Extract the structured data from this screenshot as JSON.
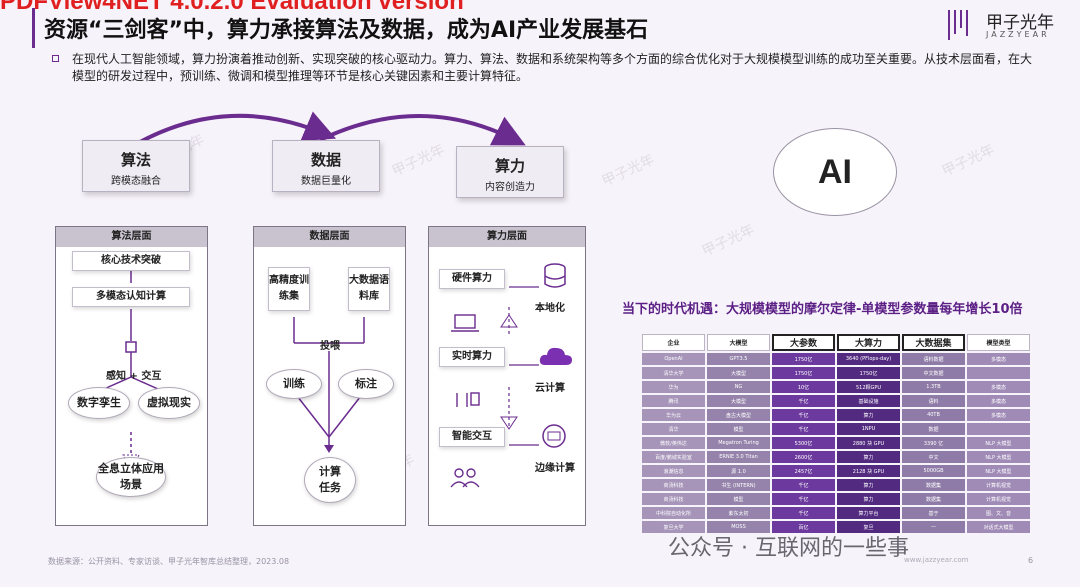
{
  "watermark": "PDFView4NET 4.0.2.0 Evaluation version",
  "header": {
    "title": "资源“三剑客”中，算力承接算法及数据，成为AI产业发展基石",
    "logo_cn": "甲子光年",
    "logo_en": "JAZZYEAR"
  },
  "intro": "在现代人工智能领域，算力扮演着推动创新、实现突破的核心驱动力。算力、算法、数据和系统架构等多个方面的综合优化对于大规模模型训练的成功至关重要。从技术层面看，在大模型的研发过程中，预训练、微调和模型推理等环节是核心关键因素和主要计算特征。",
  "pillars": [
    {
      "name": "算法",
      "desc": "跨模态融合"
    },
    {
      "name": "数据",
      "desc": "数据巨量化"
    },
    {
      "name": "算力",
      "desc": "内容创造力"
    }
  ],
  "ai_label": "AI",
  "panel_algo": {
    "title": "算法层面",
    "core": "核心技术突破",
    "multimodal": "多模态认知计算",
    "sense": "感知 + 交互",
    "twin": "数字孪生",
    "vr": "虚拟现实",
    "full_scene": "全息立体应用场景"
  },
  "panel_data": {
    "title": "数据层面",
    "hq": "高精度训练集",
    "big": "大数据语料库",
    "feed": "投喂",
    "train": "训练",
    "label": "标注",
    "task": "计算任务"
  },
  "panel_compute": {
    "title": "算力层面",
    "hw": "硬件算力",
    "local": "本地化",
    "rt": "实时算力",
    "cloud": "云计算",
    "smart": "智能交互",
    "edge": "边缘计算"
  },
  "moore_title": "当下的时代机遇：大规模模型的摩尔定律-单模型参数量每年增长10倍",
  "table": {
    "headers": [
      "企业",
      "大模型",
      "大参数",
      "大算力",
      "大数据集",
      "模型类型"
    ],
    "rows": [
      [
        "OpenAI",
        "GPT3.5",
        "1750亿",
        "3640 (PFlops-day)",
        "语料数据",
        "多模态"
      ],
      [
        "清华大学",
        "大模型",
        "1750亿",
        "1750亿",
        "中文数据",
        ""
      ],
      [
        "华为",
        "NG",
        "10亿",
        "512颗GPU",
        "1.3TB",
        "多模态"
      ],
      [
        "腾讯",
        "大模型",
        "千亿",
        "基础设施",
        "语料",
        "多模态"
      ],
      [
        "华为云",
        "盘古大模型",
        "千亿",
        "算力",
        "40TB",
        "多模态"
      ],
      [
        "清华",
        "模型",
        "千亿",
        "1NPU",
        "数据",
        ""
      ],
      [
        "微软/英伟达",
        "Megatron Turing",
        "5300亿",
        "2880 块 GPU",
        "3390 亿",
        "NLP 大模型"
      ],
      [
        "百度/鹏城实验室",
        "ERNIE 3.0 Titan",
        "2600亿",
        "算力",
        "中文",
        "NLP 大模型"
      ],
      [
        "浪潮信息",
        "源 1.0",
        "2457亿",
        "2128 块 GPU",
        "5000GB",
        "NLP 大模型"
      ],
      [
        "商汤科技",
        "书生 (INTERN)",
        "千亿",
        "算力",
        "数据集",
        "计算机视觉"
      ],
      [
        "商汤科技",
        "模型",
        "千亿",
        "算力",
        "数据集",
        "计算机视觉"
      ],
      [
        "中科院自动化所",
        "紫东太初",
        "千亿",
        "算力平台",
        "基于",
        "图、文、音"
      ],
      [
        "复旦大学",
        "MOSS",
        "百亿",
        "复旦",
        "—",
        "对话式大模型"
      ]
    ]
  },
  "source": "数据来源：公开资料、专家访谈、甲子光年智库总结整理，2023.08",
  "wechat": "公众号 · 互联网的一些事",
  "site": "www.jazzyear.com",
  "page": "6"
}
